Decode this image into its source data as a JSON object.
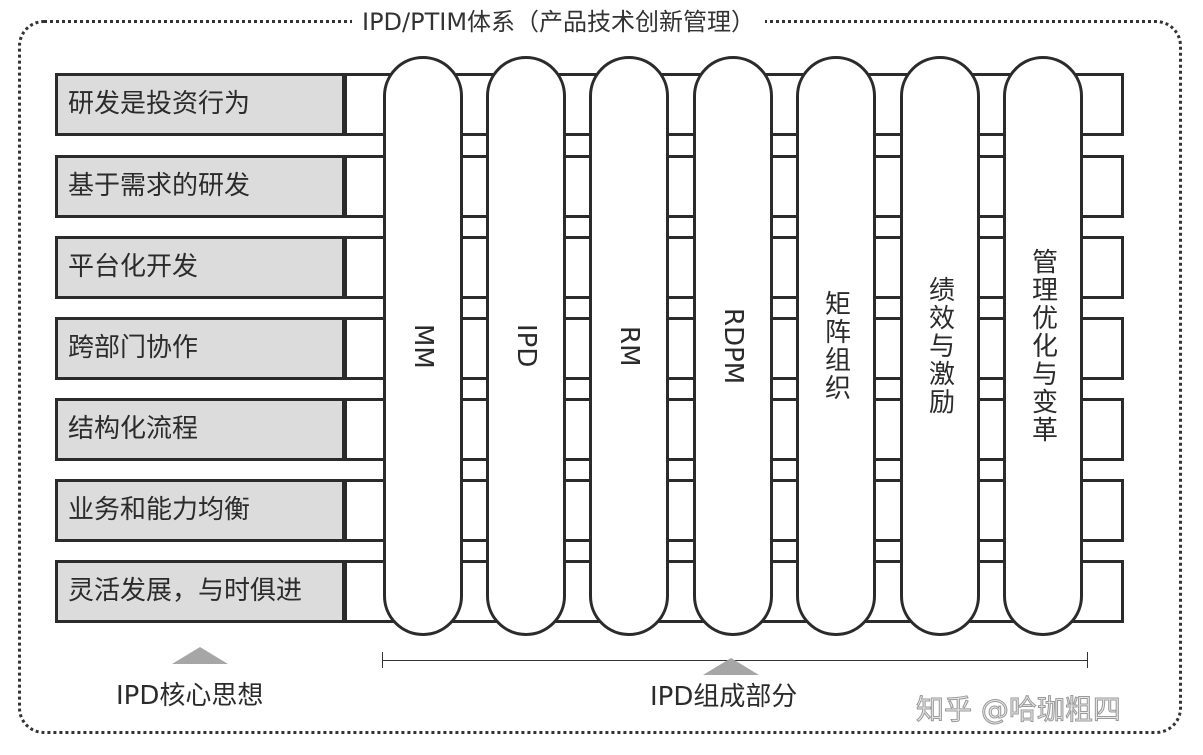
{
  "title": "IPD/PTIM体系（产品技术创新管理）",
  "principles": [
    "研发是投资行为",
    "基于需求的研发",
    "平台化开发",
    "跨部门协作",
    "结构化流程",
    "业务和能力均衡",
    "灵活发展，与时俱进"
  ],
  "components": [
    "MM",
    "IPD",
    "RM",
    "RDPM",
    "矩阵组织",
    "绩效与激励",
    "管理优化与变革"
  ],
  "captions": {
    "left": "IPD核心思想",
    "right": "IPD组成部分"
  },
  "watermark": "知乎 @哈珈粗四"
}
